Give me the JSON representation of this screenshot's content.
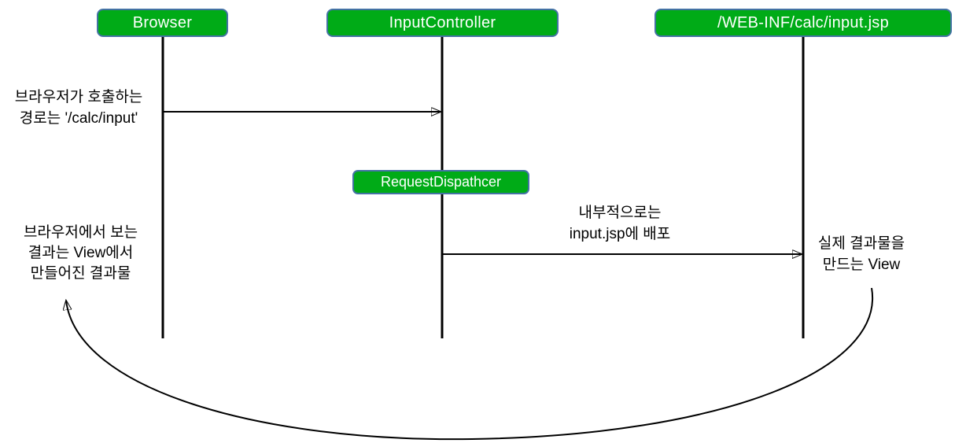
{
  "diagram": {
    "title": "MVC request forward sequence diagram",
    "participants": [
      {
        "id": "browser",
        "label": "Browser"
      },
      {
        "id": "input-controller",
        "label": "InputController"
      },
      {
        "id": "input-jsp",
        "label": "/WEB-INF/calc/input.jsp"
      }
    ],
    "dispatcher_box": {
      "label": "RequestDispathcer"
    },
    "messages": [
      {
        "from": "Browser",
        "to": "InputController",
        "type": "solid-arrow"
      },
      {
        "from": "InputController",
        "to": "/WEB-INF/calc/input.jsp",
        "type": "solid-arrow"
      },
      {
        "from": "/WEB-INF/calc/input.jsp",
        "to": "Browser",
        "type": "curved-return-arrow"
      }
    ],
    "annotations": {
      "request_path": {
        "line1": "브라우저가 호출하는",
        "line2": "경로는 '/calc/input'"
      },
      "forward_note": {
        "line1": "내부적으로는",
        "line2": "input.jsp에 배포"
      },
      "result_note": {
        "line1": "브라우저에서 보는",
        "line2": "결과는 View에서",
        "line3": "만들어진 결과물"
      },
      "view_note": {
        "line1": "실제 결과물을",
        "line2": "만드는 View"
      }
    },
    "colors": {
      "box_fill": "#00ab17",
      "box_border": "#4472a4",
      "box_text": "#ffffff",
      "line": "#000000",
      "text": "#000000",
      "background": "#ffffff"
    }
  }
}
